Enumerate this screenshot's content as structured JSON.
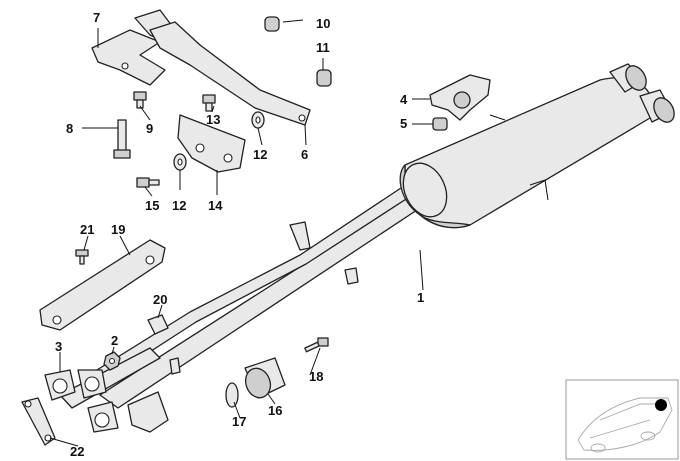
{
  "callouts": {
    "c1": "1",
    "c2": "2",
    "c3": "3",
    "c4": "4",
    "c5": "5",
    "c6": "6",
    "c7": "7",
    "c8": "8",
    "c9": "9",
    "c10": "10",
    "c11": "11",
    "c12a": "12",
    "c12b": "12",
    "c13": "13",
    "c14": "14",
    "c15": "15",
    "c16": "16",
    "c17": "17",
    "c18": "18",
    "c19": "19",
    "c20": "20",
    "c21": "21",
    "c22": "22"
  },
  "colors": {
    "line": "#222222",
    "fill": "#e9e9e9",
    "background": "#ffffff",
    "marker": "#000000"
  },
  "icons": {
    "thumbnail": "car-location-icon"
  }
}
